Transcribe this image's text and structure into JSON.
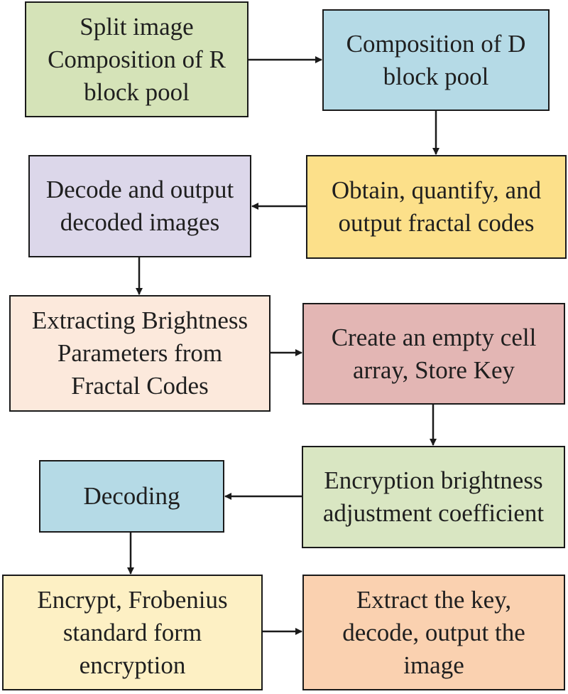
{
  "nodes": {
    "split_image": {
      "color": "#d5e3b8",
      "lines": [
        "Split image",
        "Composition of R",
        "block pool"
      ]
    },
    "d_block_pool": {
      "color": "#b5dae6",
      "lines": [
        "Composition of D",
        "block pool"
      ]
    },
    "obtain_codes": {
      "color": "#fce08a",
      "lines": [
        "Obtain, quantify, and",
        "output fractal codes"
      ]
    },
    "decode_output": {
      "color": "#dcd7ea",
      "lines": [
        "Decode and output",
        "decoded images"
      ]
    },
    "extract_brightness": {
      "color": "#fce9dc",
      "lines": [
        "Extracting Brightness",
        "Parameters from",
        "Fractal Codes"
      ]
    },
    "create_cell_array": {
      "color": "#e3b6b4",
      "lines": [
        "Create an empty cell",
        "array, Store Key"
      ]
    },
    "encryption_coeff": {
      "color": "#d9e6c2",
      "lines": [
        "Encryption brightness",
        "adjustment coefficient"
      ]
    },
    "decoding": {
      "color": "#b5dae6",
      "lines": [
        "Decoding"
      ]
    },
    "encrypt_frobenius": {
      "color": "#fdf0c4",
      "lines": [
        "Encrypt, Frobenius",
        "standard form",
        "encryption"
      ]
    },
    "extract_key": {
      "color": "#fad1b0",
      "lines": [
        "Extract the key,",
        "decode, output the",
        "image"
      ]
    }
  }
}
